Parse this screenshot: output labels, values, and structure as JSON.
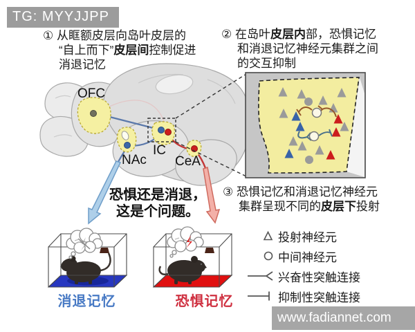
{
  "banner": {
    "text": "TG: MYYJJPP"
  },
  "watermark": {
    "text": "www.fadiannet.com"
  },
  "steps": {
    "step1": {
      "line1": "① 从眶额皮层向岛叶皮层的",
      "line2_pre": "“自上而下”",
      "line2_bold": "皮层间",
      "line2_post": "控制促进",
      "line3": "消退记忆"
    },
    "step2": {
      "line1_pre": "② 在岛叶",
      "line1_bold": "皮层内",
      "line1_post": "部，恐惧记忆",
      "line2": "和消退记忆神经元集群之间",
      "line3": "的交互抑制"
    },
    "step3": {
      "line1": "③ 恐惧记忆和消退记忆神经元",
      "line2_pre": "集群呈现不同的",
      "line2_bold": "皮层下",
      "line2_post": "投射"
    }
  },
  "question": {
    "line1": "恐惧还是消退，",
    "line2": "这是个问题。"
  },
  "brain_regions": {
    "ofc": "OFC",
    "nac": "NAc",
    "ic": "IC",
    "cea": "CeA"
  },
  "cages": {
    "extinction": {
      "label": "消退记忆",
      "label_color": "#4779c4",
      "floor_color": "#2737c0"
    },
    "fear": {
      "label": "恐惧记忆",
      "label_color": "#cf3040",
      "floor_color": "#e01010"
    }
  },
  "legend": {
    "items": [
      {
        "symbol": "projection-neuron-triangle-icon",
        "label": "投射神经元"
      },
      {
        "symbol": "interneuron-circle-icon",
        "label": "中间神经元"
      },
      {
        "symbol": "excitatory-synapse-icon",
        "label": "兴奋性突触连接"
      },
      {
        "symbol": "inhibitory-synapse-icon",
        "label": "抑制性突触连接"
      }
    ]
  },
  "colors": {
    "extinction_blue": "#3b67a8",
    "fear_red": "#cc1d1d",
    "region_yellow": "#f5f0a2",
    "banner_gray": "#9c9c9c"
  }
}
